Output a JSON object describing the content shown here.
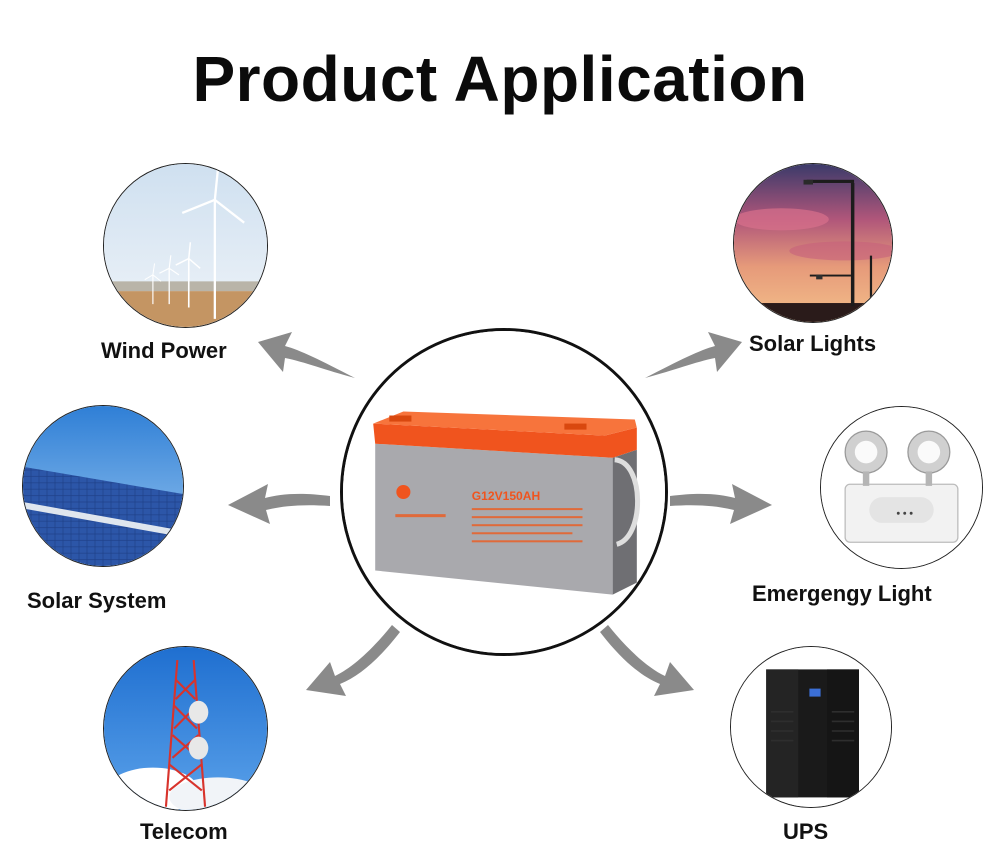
{
  "page": {
    "title": "Product Application"
  },
  "applications": [
    {
      "id": "wind",
      "label": "Wind Power"
    },
    {
      "id": "solar-lights",
      "label": "Solar Lights"
    },
    {
      "id": "solar-system",
      "label": "Solar System"
    },
    {
      "id": "emergency",
      "label": "Emergengy Light"
    },
    {
      "id": "telecom",
      "label": "Telecom"
    },
    {
      "id": "ups",
      "label": "UPS"
    }
  ],
  "battery": {
    "model": "G12V150AH",
    "brand_color": "#f0541e",
    "body_color": "#a9a9ad"
  }
}
